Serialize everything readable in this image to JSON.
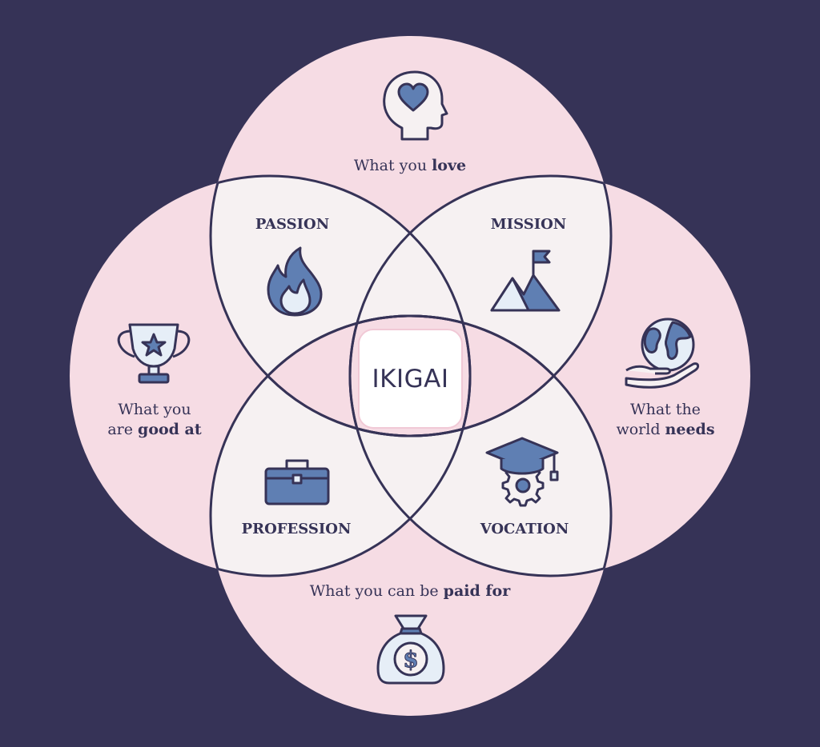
{
  "colors": {
    "background": "#363357",
    "circle_fill": "#f6dce4",
    "overlap_fill": "#f6f1f2",
    "outline": "#363357",
    "icon_fill": "#5f7fb3",
    "icon_light": "#e6eef7"
  },
  "center_label": "IKIGAI",
  "circles": [
    {
      "id": "love",
      "text_plain": "What you ",
      "text_bold": "love",
      "icon": "head-heart-icon"
    },
    {
      "id": "good-at",
      "line1": "What you",
      "line2_plain": "are ",
      "line2_bold": "good at",
      "icon": "trophy-star-icon"
    },
    {
      "id": "world-needs",
      "line1": "What the",
      "line2_plain": "world ",
      "line2_bold": "needs",
      "icon": "globe-in-hand-icon"
    },
    {
      "id": "paid-for",
      "text_plain": "What you can be ",
      "text_bold": "paid for",
      "icon": "money-bag-icon"
    }
  ],
  "overlaps": [
    {
      "label": "PASSION",
      "icon": "flame-icon"
    },
    {
      "label": "MISSION",
      "icon": "mountain-flag-icon"
    },
    {
      "label": "PROFESSION",
      "icon": "briefcase-icon"
    },
    {
      "label": "VOCATION",
      "icon": "graduation-gear-icon"
    }
  ]
}
